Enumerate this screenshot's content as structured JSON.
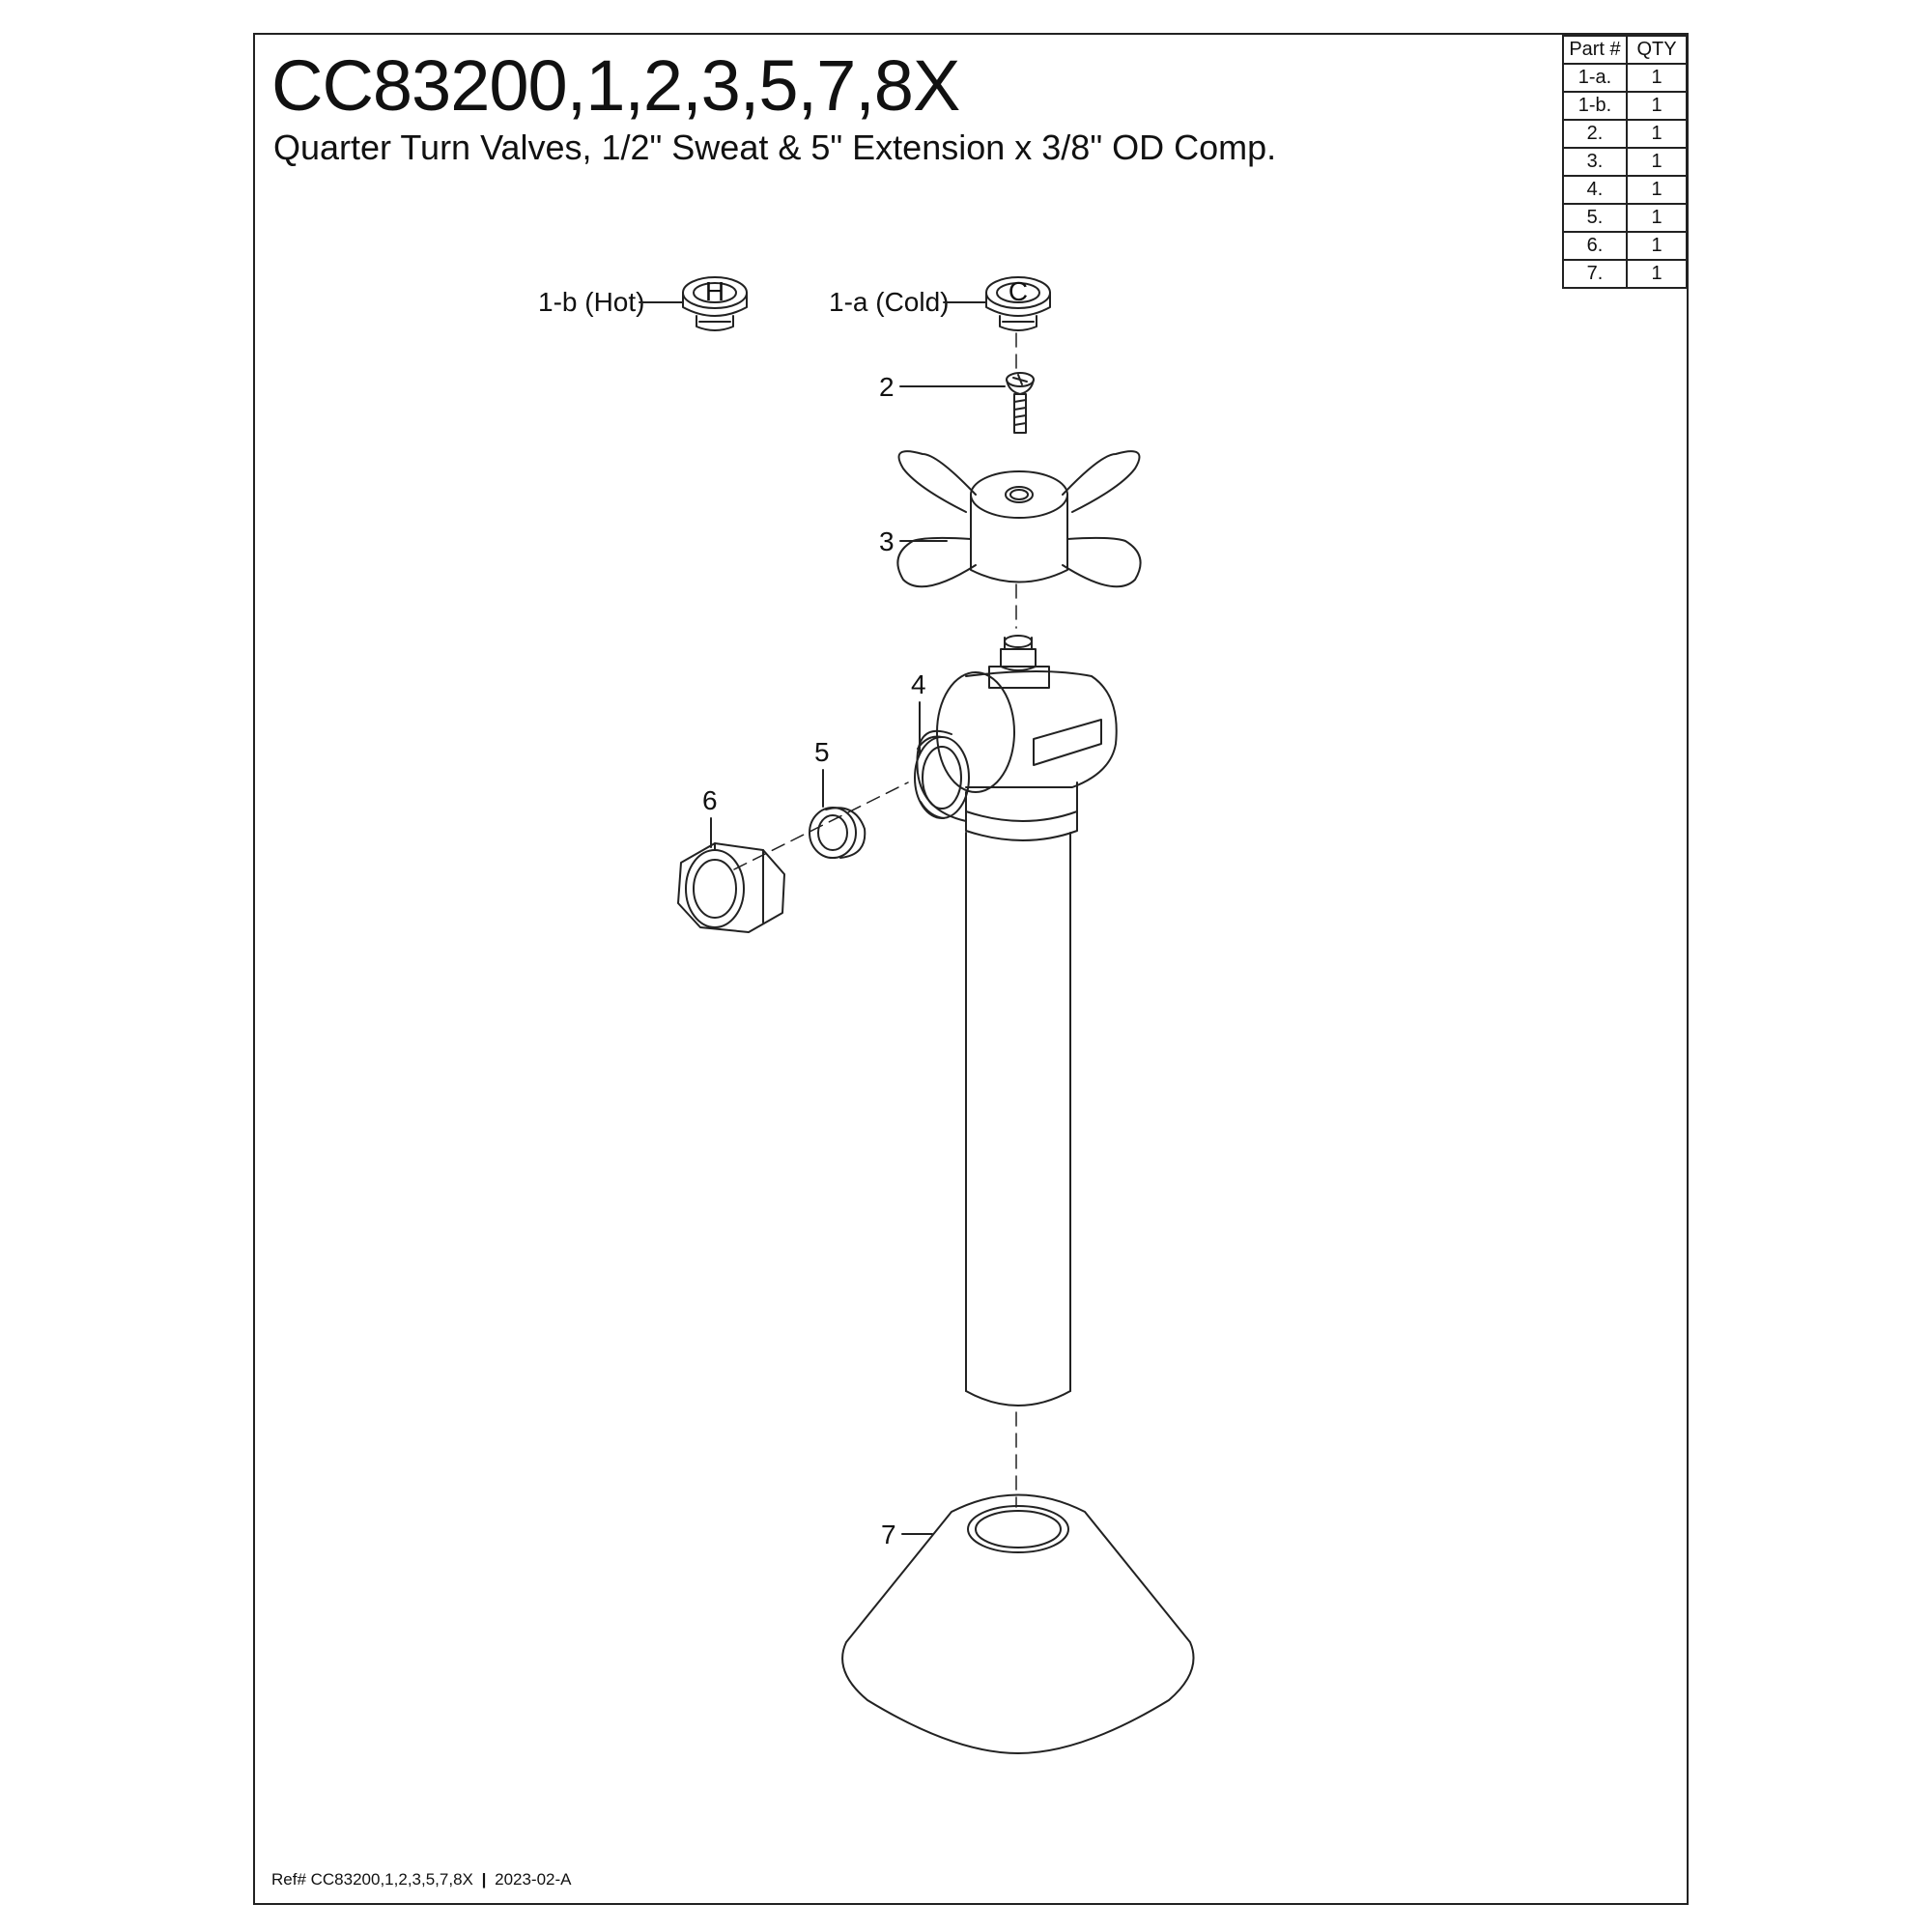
{
  "title": "CC83200,1,2,3,5,7,8X",
  "subtitle": "Quarter Turn Valves, 1/2\" Sweat & 5\" Extension x 3/8\" OD Comp.",
  "parts_table": {
    "headers": [
      "Part #",
      "QTY"
    ],
    "rows": [
      {
        "part": "1-a.",
        "qty": "1"
      },
      {
        "part": "1-b.",
        "qty": "1"
      },
      {
        "part": "2.",
        "qty": "1"
      },
      {
        "part": "3.",
        "qty": "1"
      },
      {
        "part": "4.",
        "qty": "1"
      },
      {
        "part": "5.",
        "qty": "1"
      },
      {
        "part": "6.",
        "qty": "1"
      },
      {
        "part": "7.",
        "qty": "1"
      }
    ]
  },
  "callouts": {
    "hot": "1-b (Hot)",
    "cold": "1-a (Cold)",
    "hot_letter": "H",
    "cold_letter": "C",
    "screw": "2",
    "handle": "3",
    "valve_body": "4",
    "sleeve": "5",
    "nut": "6",
    "flange": "7"
  },
  "footer": {
    "ref": "Ref# CC83200,1,2,3,5,7,8X",
    "separator": "|",
    "revision": "2023-02-A"
  }
}
